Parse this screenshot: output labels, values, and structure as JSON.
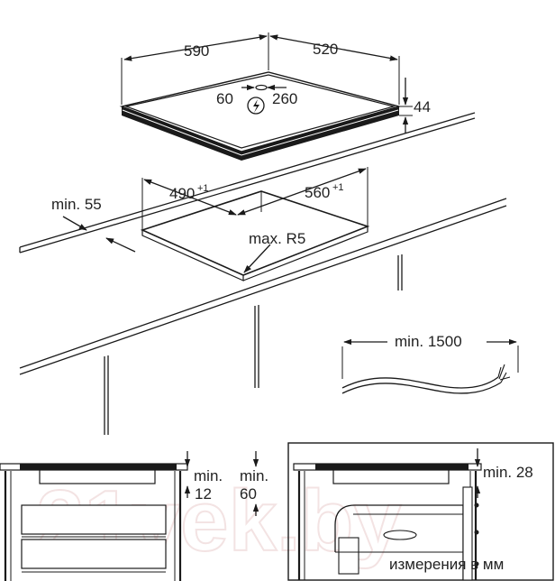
{
  "hob_dimensions": {
    "width": "590",
    "depth": "520",
    "height": "44",
    "cable_offset_x": "60",
    "cable_offset_y": "260"
  },
  "cutout": {
    "width": "490",
    "width_tolerance": "+1",
    "depth": "560",
    "depth_tolerance": "+1",
    "min_edge": "min. 55",
    "corner_radius": "max. R5"
  },
  "cable": {
    "min_length": "min. 1500"
  },
  "clearances": {
    "left_panel": {
      "min_top": "min.",
      "val_top": "12",
      "min_side": "min.",
      "val_side": "60"
    },
    "right_panel": {
      "min_top": "min. 28"
    }
  },
  "watermark": "21vek.by",
  "footer_note": "измерения в мм",
  "icons": {
    "cable_entry": "lightning-circle-icon"
  }
}
